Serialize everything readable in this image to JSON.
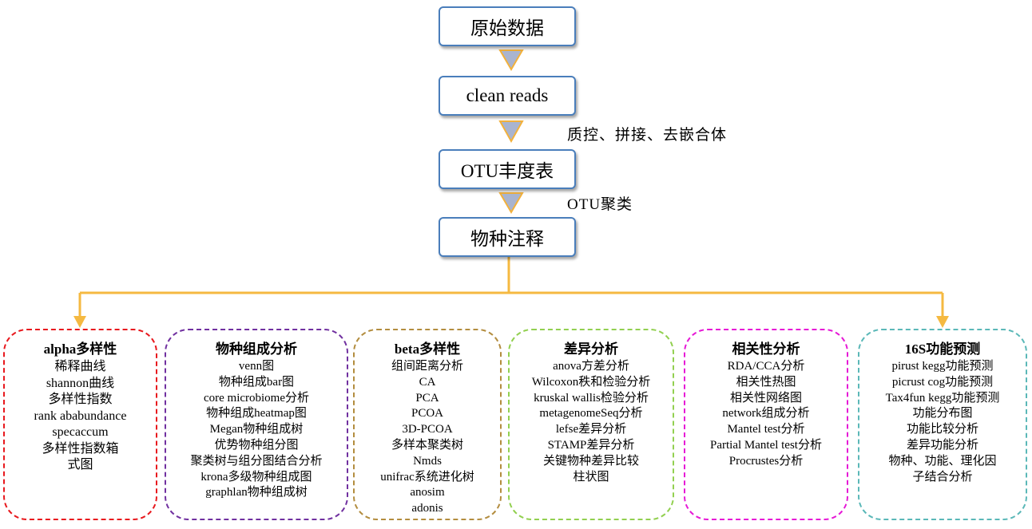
{
  "flow": {
    "steps": [
      "原始数据",
      "clean reads",
      "OTU丰度表",
      "物种注释"
    ],
    "side_labels": [
      "质控、拼接、去嵌合体",
      "OTU聚类"
    ]
  },
  "colors": {
    "box_border": "#4a7ebb",
    "arrow_fill": "#a9b4cf",
    "arrow_stroke": "#f2b13c",
    "connector": "#f5b941"
  },
  "panels": [
    {
      "title": "alpha多样性",
      "color": "#e8191e",
      "border_style": "dashed",
      "items": [
        "稀释曲线",
        "shannon曲线",
        "多样性指数",
        "rank ababundance",
        "specaccum",
        "多样性指数箱",
        "式图"
      ]
    },
    {
      "title": "物种组成分析",
      "color": "#7131a0",
      "border_style": "dashed",
      "items": [
        "venn图",
        "物种组成bar图",
        "core microbiome分析",
        "物种组成heatmap图",
        "Megan物种组成树",
        "优势物种组分图",
        "聚类树与组分图结合分析",
        "krona多级物种组成图",
        "graphlan物种组成树"
      ]
    },
    {
      "title": "beta多样性",
      "color": "#b38d3f",
      "border_style": "dashed",
      "items": [
        "组间距离分析",
        "CA",
        "PCA",
        "PCOA",
        "3D-PCOA",
        "多样本聚类树",
        "Nmds",
        "unifrac系统进化树",
        "anosim",
        "adonis"
      ]
    },
    {
      "title": "差异分析",
      "color": "#92d050",
      "border_style": "dashed",
      "items": [
        "anova方差分析",
        "Wilcoxon秩和检验分析",
        "kruskal wallis检验分析",
        "metagenomeSeq分析",
        "lefse差异分析",
        "STAMP差异分析",
        "关键物种差异比较",
        "柱状图"
      ]
    },
    {
      "title": "相关性分析",
      "color": "#e61ad6",
      "border_style": "dashdot",
      "items": [
        "RDA/CCA分析",
        "相关性热图",
        "相关性网络图",
        "network组成分析",
        "Mantel test分析",
        "Partial Mantel test分析",
        "Procrustes分析"
      ]
    },
    {
      "title": "16S功能预测",
      "color": "#5bb8b8",
      "border_style": "dashed",
      "items": [
        "pirust kegg功能预测",
        "picrust cog功能预测",
        "Tax4fun kegg功能预测",
        "功能分布图",
        "功能比较分析",
        "差异功能分析",
        "物种、功能、理化因",
        "子结合分析"
      ]
    }
  ]
}
